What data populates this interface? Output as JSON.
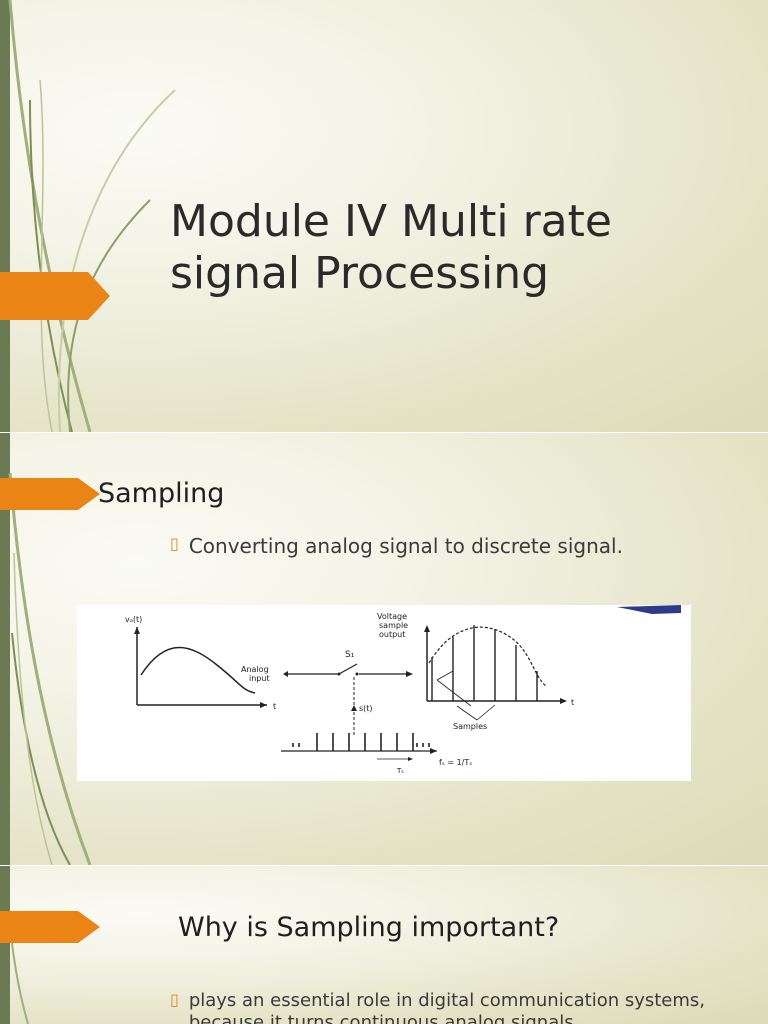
{
  "slides": [
    {
      "title": "Module  IV Multi rate signal Processing"
    },
    {
      "heading": "Sampling",
      "bullet": "Converting analog signal  to discrete signal.",
      "figure": {
        "va_label": "vₐ(t)",
        "t_label": "t",
        "analog_input_line1": "Analog",
        "analog_input_line2": "input",
        "s1_label": "S₁",
        "switch_label": "s(t)",
        "voltage_line1": "Voltage",
        "voltage_line2": "sample",
        "voltage_line3": "output",
        "samples_label": "Samples",
        "fs_label": "fₛ = 1/Tₛ",
        "ts_label": "Tₛ"
      }
    },
    {
      "heading": "Why is Sampling important?",
      "bullet": "plays an essential role in digital communication systems, because it turns continuous analog signals"
    }
  ],
  "colors": {
    "accent_orange": "#ea8414",
    "side_bar_green": "#6b7a52",
    "background": "#e3e2c4"
  },
  "icons": {
    "bullet": "hollow-square-bullet-icon",
    "tab": "orange-arrow-tab-icon"
  }
}
